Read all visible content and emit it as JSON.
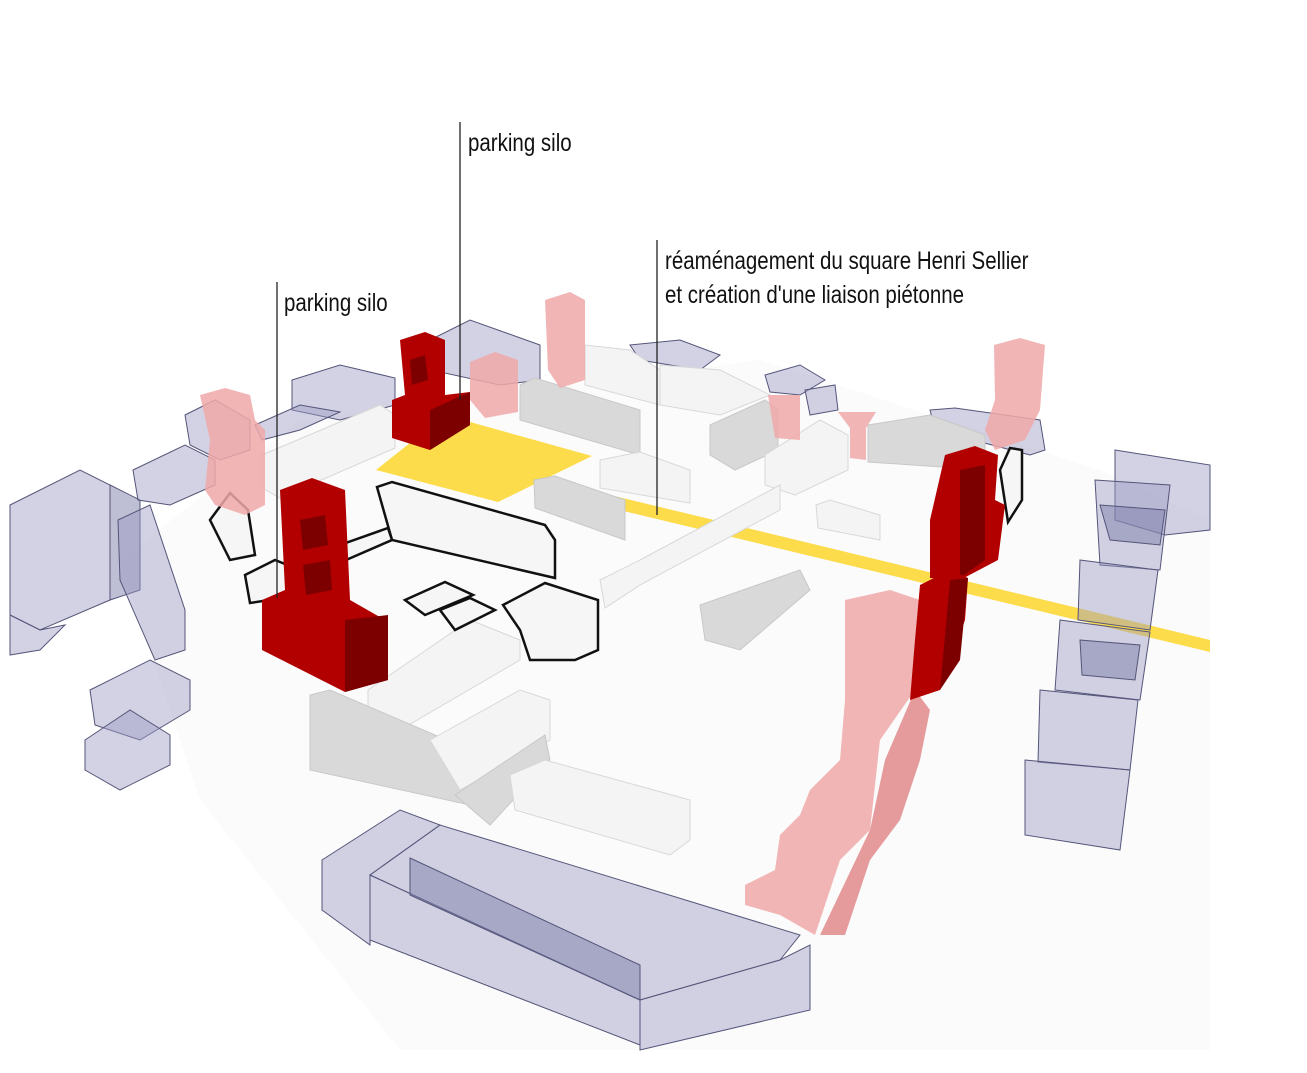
{
  "annotations": {
    "silo_top": "parking silo",
    "silo_left": "parking silo",
    "square_line1": "réaménagement du square Henri Sellier",
    "square_line2": "et création d'une liaison piétonne"
  },
  "colors": {
    "new_building": "#b20000",
    "proposed_tower": "#f0a8a8",
    "public_space": "#fcdc4a",
    "existing_context": "#9c9cc4"
  }
}
